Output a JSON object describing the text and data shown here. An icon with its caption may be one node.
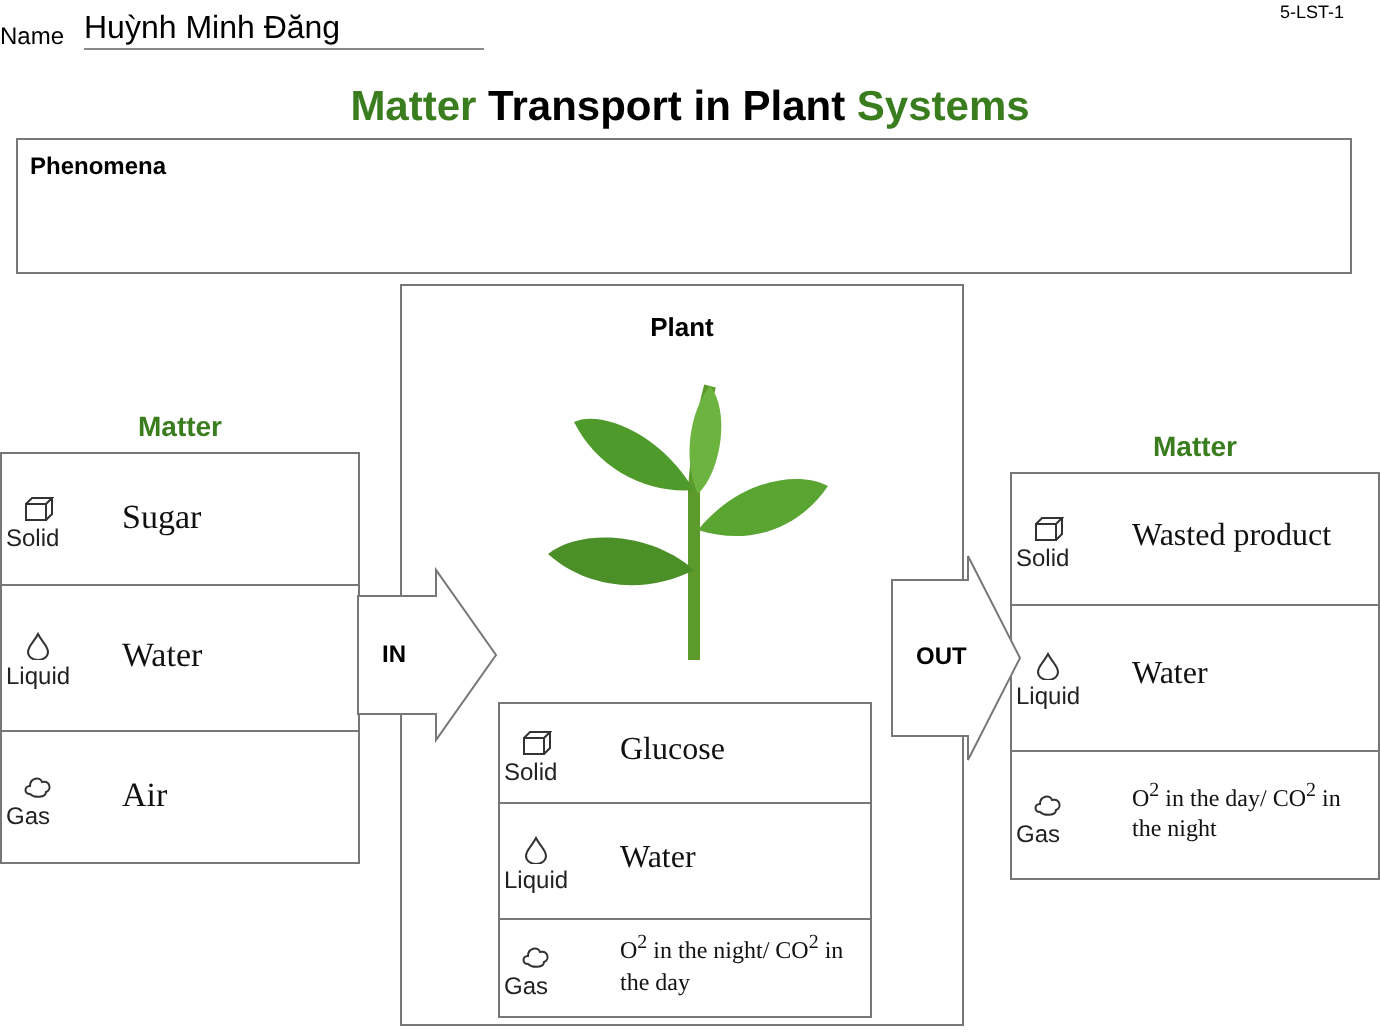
{
  "diagram": {
    "title": "Matter Transport in Plant Systems",
    "nodes": [
      {
        "text": [
          "Phenomena"
        ]
      },
      {
        "text": [
          "Matter"
        ]
      },
      {
        "text": [
          "Solid",
          "Sugar"
        ],
        "in": 1
      },
      {
        "text": [
          "Liquid",
          "Water"
        ],
        "in": 1
      },
      {
        "text": [
          "Gas",
          "Air"
        ],
        "in": 1
      },
      {
        "text": [
          "Plant"
        ]
      },
      {
        "text": [
          "Solid",
          "Glucose"
        ],
        "in": 5
      },
      {
        "text": [
          "Liquid",
          "Water"
        ],
        "in": 5
      },
      {
        "text": [
          "Gas",
          "O$^{2}$ in the night/ CO$^{2}$ in the day"
        ],
        "in": 5
      },
      {
        "text": [
          "Matter"
        ]
      },
      {
        "text": [
          "Solid",
          "Wasted product"
        ],
        "in": 9
      },
      {
        "text": [
          "Liquid",
          "Water"
        ],
        "in": 9
      },
      {
        "text": [
          "Gas",
          "O$^{2}$ in the day/ CO$^{2}$ in the night"
        ],
        "in": 9
      }
    ],
    "edges": [
      {
        "from": 1,
        "to": 5,
        "arrow": "to",
        "label": "IN"
      },
      {
        "from": 5,
        "to": 9,
        "arrow": "to",
        "label": "OUT"
      }
    ],
    "labels": [
      "5-LST-1",
      "Name",
      "Huỳnh Minh Đăng"
    ]
  }
}
